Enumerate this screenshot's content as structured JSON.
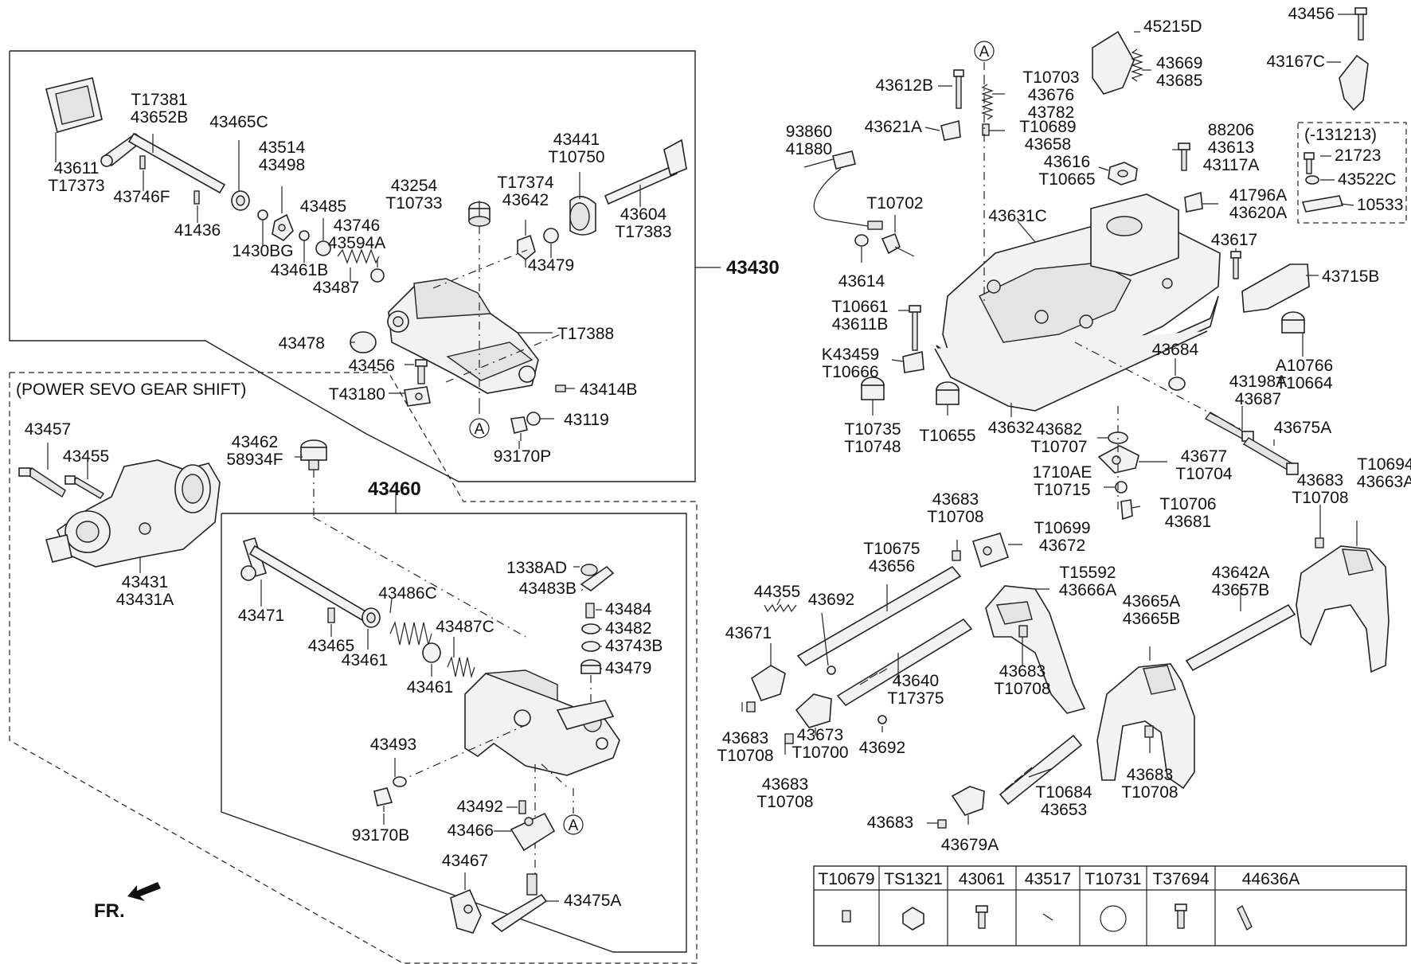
{
  "diagram": {
    "group_labels": {
      "upper_assembly": "43430",
      "lower_assembly": "43460",
      "power_servo_note": "(POWER SEVO GEAR SHIFT)",
      "option_note": "(-131213)",
      "front_marker": "FR."
    },
    "callout_ref": "A",
    "legend_table": {
      "headers": [
        "T10679",
        "TS1321",
        "43061",
        "43517",
        "T10731",
        "T37694",
        "44636A"
      ]
    },
    "labels": {
      "l1": [
        "43611",
        "T17373"
      ],
      "l2": [
        "T17381",
        "43652B"
      ],
      "l3": [
        "43465C"
      ],
      "l4": [
        "43514",
        "43498"
      ],
      "l5": [
        "43746F"
      ],
      "l6": [
        "41436"
      ],
      "l7": [
        "1430BG"
      ],
      "l8": [
        "43485"
      ],
      "l9": [
        "43746",
        "43594A"
      ],
      "l10": [
        "43461B"
      ],
      "l11": [
        "43487"
      ],
      "l12": [
        "43254",
        "T10733"
      ],
      "l13": [
        "T17374",
        "43642"
      ],
      "l14": [
        "43479"
      ],
      "l15": [
        "43441",
        "T10750"
      ],
      "l16": [
        "43604",
        "T17383"
      ],
      "l17": [
        "43478"
      ],
      "l18": [
        "T17388"
      ],
      "l19": [
        "43456"
      ],
      "l20": [
        "43414B"
      ],
      "l21": [
        "T43180"
      ],
      "l22": [
        "43119"
      ],
      "l23": [
        "93170P"
      ],
      "l24": [
        "43457"
      ],
      "l25": [
        "43455"
      ],
      "l26": [
        "43462",
        "58934F"
      ],
      "l27": [
        "43431",
        "43431A"
      ],
      "l28": [
        "1338AD"
      ],
      "l29": [
        "43483B"
      ],
      "l30": [
        "43471"
      ],
      "l31": [
        "43486C"
      ],
      "l32": [
        "43484"
      ],
      "l33": [
        "43482"
      ],
      "l34": [
        "43487C"
      ],
      "l35": [
        "43743B"
      ],
      "l36": [
        "43465"
      ],
      "l37": [
        "43461"
      ],
      "l38": [
        "43479"
      ],
      "l39": [
        "43461"
      ],
      "l40": [
        "43493"
      ],
      "l41": [
        "93170B"
      ],
      "l42": [
        "43492"
      ],
      "l43": [
        "43466"
      ],
      "l44": [
        "43467"
      ],
      "l45": [
        "43475A"
      ],
      "l46": [
        "43612B"
      ],
      "l47": [
        "T10703",
        "43676",
        "43782"
      ],
      "l48": [
        "45215D"
      ],
      "l49": [
        "43669",
        "43685"
      ],
      "l50": [
        "43456"
      ],
      "l51": [
        "43167C"
      ],
      "l52": [
        "93860",
        "41880"
      ],
      "l53": [
        "43621A"
      ],
      "l54": [
        "T10689",
        "43658"
      ],
      "l55": [
        "88206",
        "43613",
        "43117A"
      ],
      "l56": [
        "43616",
        "T10665"
      ],
      "l57": [
        "21723"
      ],
      "l58": [
        "43522C"
      ],
      "l59": [
        "10533"
      ],
      "l60": [
        "T10702"
      ],
      "l61": [
        "43631C"
      ],
      "l62": [
        "41796A",
        "43620A"
      ],
      "l63": [
        "43614"
      ],
      "l64": [
        "43617"
      ],
      "l65": [
        "43715B"
      ],
      "l66": [
        "T10661",
        "43611B"
      ],
      "l67": [
        "K43459",
        "T10666"
      ],
      "l68": [
        "43684"
      ],
      "l69": [
        "A10766",
        "T10664"
      ],
      "l70": [
        "43198A",
        "43687"
      ],
      "l71": [
        "T10735",
        "T10748"
      ],
      "l72": [
        "T10655"
      ],
      "l73": [
        "43632"
      ],
      "l74": [
        "43682",
        "T10707"
      ],
      "l75": [
        "43675A"
      ],
      "l76": [
        "43677",
        "T10704"
      ],
      "l77": [
        "1710AE",
        "T10715"
      ],
      "l78": [
        "T10706",
        "43681"
      ],
      "l79": [
        "43683",
        "T10708"
      ],
      "l80": [
        "T10694",
        "43663A"
      ],
      "l81": [
        "43683",
        "T10708"
      ],
      "l82": [
        "T10699",
        "43672"
      ],
      "l83": [
        "T10675",
        "43656"
      ],
      "l84": [
        "T15592",
        "43666A"
      ],
      "l85": [
        "43642A",
        "43657B"
      ],
      "l86": [
        "44355"
      ],
      "l87": [
        "43692"
      ],
      "l88": [
        "43665A",
        "43665B"
      ],
      "l89": [
        "43671"
      ],
      "l90": [
        "43683",
        "T10708"
      ],
      "l91": [
        "43640",
        "T17375"
      ],
      "l92": [
        "43692"
      ],
      "l93": [
        "43683",
        "T10708"
      ],
      "l94": [
        "43673",
        "T10700"
      ],
      "l95": [
        "43683",
        "T10708"
      ],
      "l96": [
        "43683",
        "T10708"
      ],
      "l97": [
        "T10684",
        "43653"
      ],
      "l98": [
        "43683"
      ],
      "l99": [
        "43679A"
      ]
    }
  }
}
